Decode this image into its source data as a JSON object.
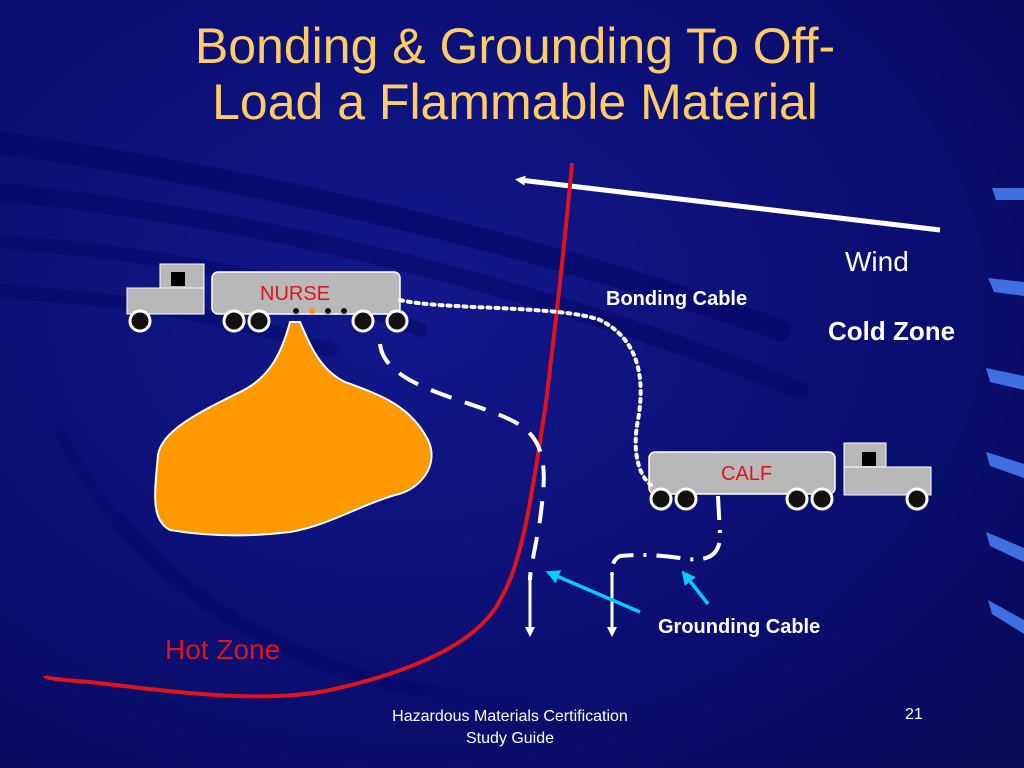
{
  "title": {
    "line1": "Bonding & Grounding To Off-",
    "line2": "Load a Flammable Material"
  },
  "labels": {
    "nurse": "NURSE",
    "calf": "CALF",
    "wind": "Wind",
    "bonding_cable": "Bonding Cable",
    "cold_zone": "Cold Zone",
    "grounding_cable": "Grounding Cable",
    "hot_zone": "Hot Zone"
  },
  "footer": {
    "line1": "Hazardous Materials Certification",
    "line2": "Study Guide",
    "page_number": "21"
  },
  "colors": {
    "title": "#ffcc66",
    "zone_line": "#e0131a",
    "spill": "#ff9900",
    "truck": "#b8b8b8",
    "ground_arrow": "#00ccff"
  }
}
